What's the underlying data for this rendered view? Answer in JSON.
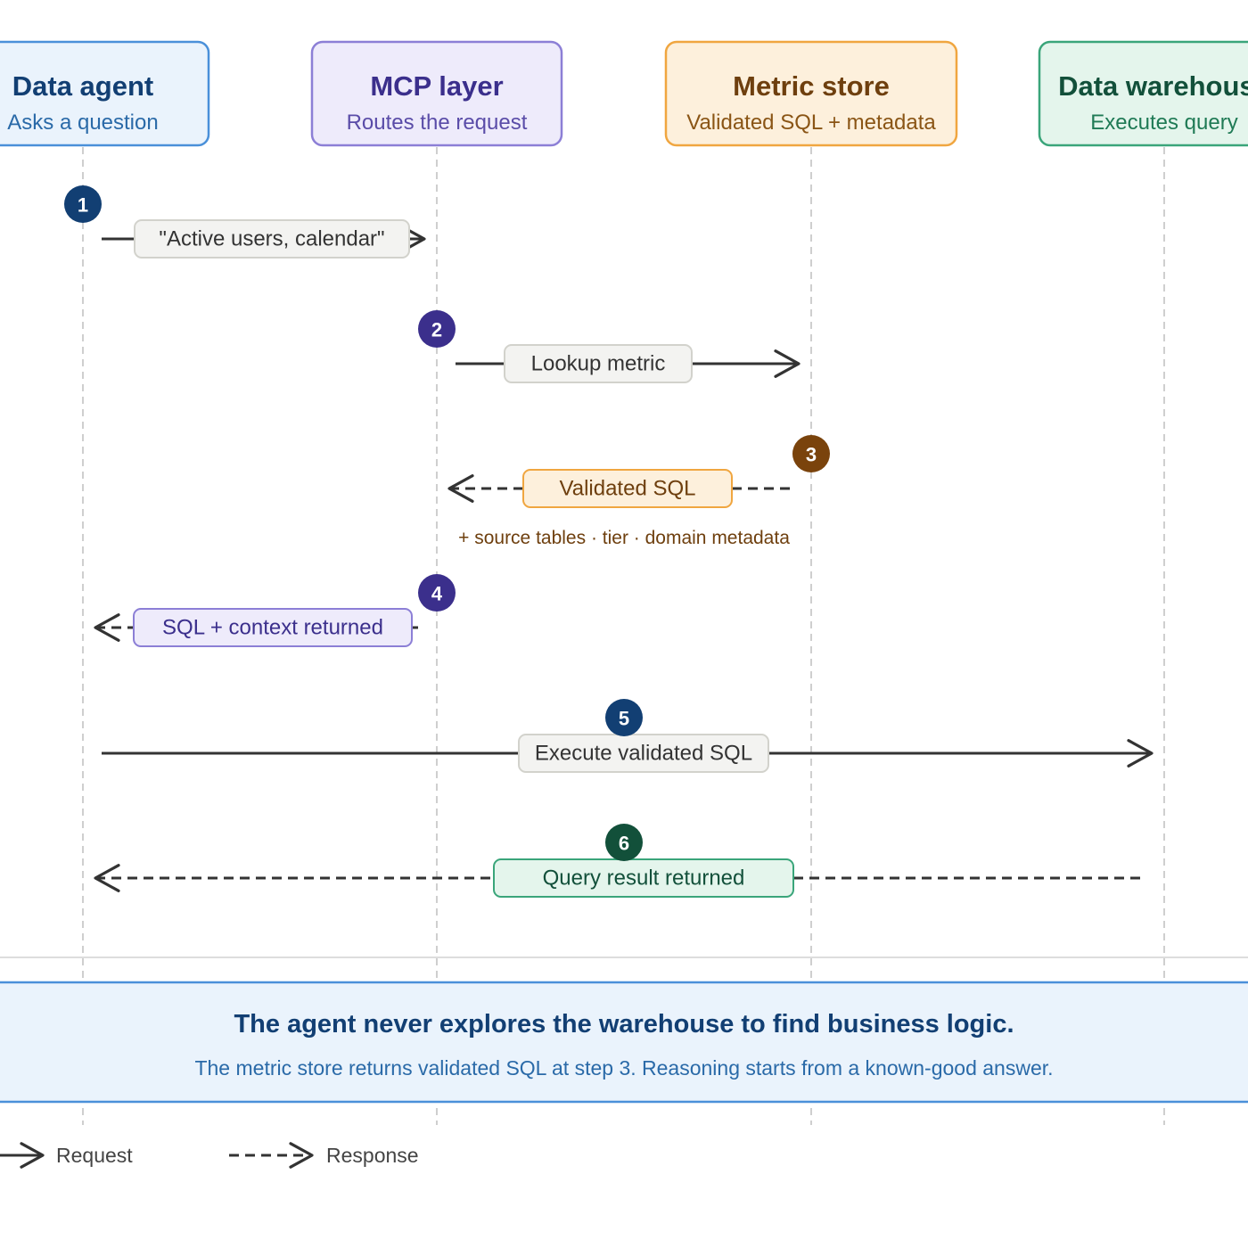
{
  "actors": [
    {
      "id": "agent",
      "title": "Data agent",
      "subtitle": "Asks a question",
      "border": "#4a90d9",
      "fill": "#eaf3fc",
      "title_color": "#123f73",
      "sub_color": "#2a6aa8"
    },
    {
      "id": "mcp",
      "title": "MCP layer",
      "subtitle": "Routes the request",
      "border": "#8c7fd6",
      "fill": "#eeebfb",
      "title_color": "#3b2f8c",
      "sub_color": "#5a4ca8"
    },
    {
      "id": "store",
      "title": "Metric store",
      "subtitle": "Validated SQL + metadata",
      "border": "#f0a640",
      "fill": "#fdf0dc",
      "title_color": "#6e3f0e",
      "sub_color": "#8a5515"
    },
    {
      "id": "warehouse",
      "title": "Data warehouse",
      "subtitle": "Executes query",
      "border": "#3aa57a",
      "fill": "#e4f5ec",
      "title_color": "#12503a",
      "sub_color": "#1f7a55"
    }
  ],
  "steps": [
    {
      "number": "1",
      "label": "\"Active users, calendar\"",
      "from": "agent",
      "to": "mcp",
      "kind": "request",
      "circle_color": "#123f73",
      "pill_fill": "#f3f3f1",
      "pill_border": "#d2d2cc",
      "text_color": "#333333"
    },
    {
      "number": "2",
      "label": "Lookup metric",
      "from": "mcp",
      "to": "store",
      "kind": "request",
      "circle_color": "#3b2f8c",
      "pill_fill": "#f3f3f1",
      "pill_border": "#d2d2cc",
      "text_color": "#333333"
    },
    {
      "number": "3",
      "label": "Validated SQL",
      "from": "store",
      "to": "mcp",
      "kind": "response",
      "circle_color": "#7a430c",
      "pill_fill": "#fdf0dc",
      "pill_border": "#f0a640",
      "text_color": "#6e3f0e",
      "note": "+ source tables · tier · domain metadata"
    },
    {
      "number": "4",
      "label": "SQL + context returned",
      "from": "mcp",
      "to": "agent",
      "kind": "response",
      "circle_color": "#3b2f8c",
      "pill_fill": "#eeebfb",
      "pill_border": "#8c7fd6",
      "text_color": "#3b2f8c"
    },
    {
      "number": "5",
      "label": "Execute validated SQL",
      "from": "agent",
      "to": "warehouse",
      "kind": "request",
      "circle_color": "#123f73",
      "pill_fill": "#f3f3f1",
      "pill_border": "#d2d2cc",
      "text_color": "#333333"
    },
    {
      "number": "6",
      "label": "Query result returned",
      "from": "warehouse",
      "to": "agent",
      "kind": "response",
      "circle_color": "#12503a",
      "pill_fill": "#e4f5ec",
      "pill_border": "#3aa57a",
      "text_color": "#12503a"
    }
  ],
  "banner": {
    "title": "The agent never explores the warehouse to find business logic.",
    "subtitle": "The metric store returns validated SQL at step 3. Reasoning starts from a known-good answer.",
    "border": "#4a90d9",
    "fill": "#eaf3fc"
  },
  "legend": {
    "request_label": "Request",
    "response_label": "Response"
  },
  "colors": {
    "note": "#6e3f0e",
    "line": "#333333",
    "lifeline": "#cfcfcf"
  }
}
